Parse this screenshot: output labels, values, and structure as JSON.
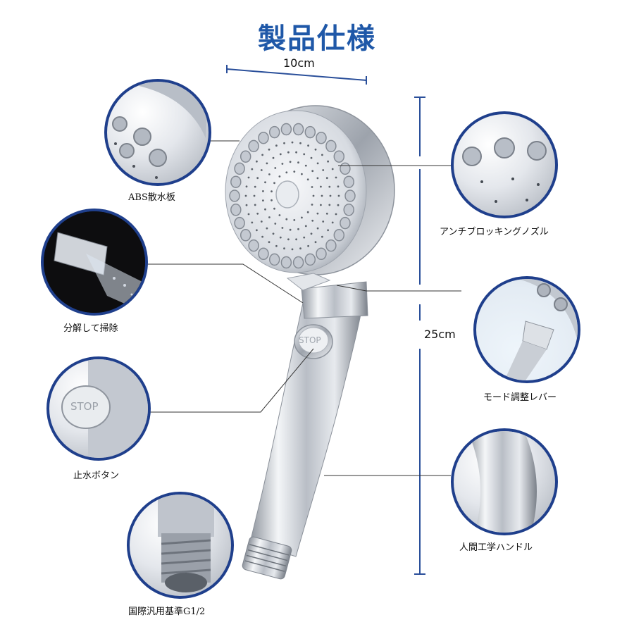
{
  "title": "製品仕様",
  "dimensions": {
    "width": "10cm",
    "height": "25cm"
  },
  "callouts": {
    "spray_plate": "ABS散水板",
    "disassemble": "分解して掃除",
    "stop_button": "止水ボタン",
    "thread": "国際汎用基準G1/2",
    "anti_block": "アンチブロッキングノズル",
    "mode_lever": "モード調整レバー",
    "handle": "人間工学ハンドル"
  },
  "button_text": "STOP",
  "colors": {
    "accent": "#1f58a8",
    "circle_border": "#1f3f8c",
    "chrome": "#c9ced6"
  }
}
